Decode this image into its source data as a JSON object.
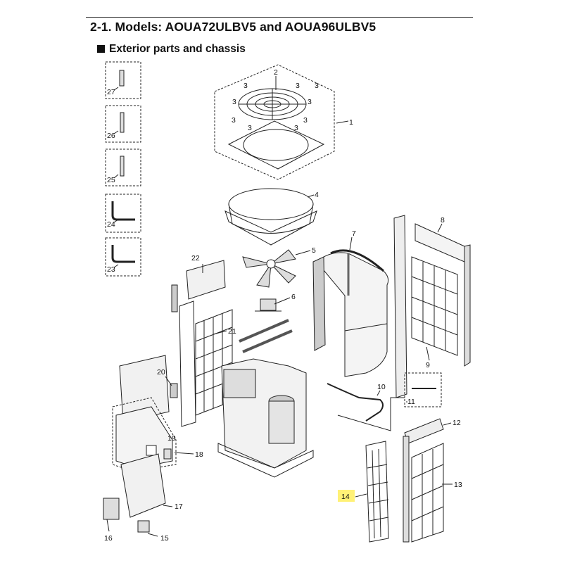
{
  "header": {
    "title": "2-1. Models: AOUA72ULBV5 and AOUA96ULBV5",
    "subtitle": "Exterior parts and chassis"
  },
  "parts": {
    "p1": "1",
    "p2": "2",
    "p3": "3",
    "p4": "4",
    "p5": "5",
    "p6": "6",
    "p7": "7",
    "p8": "8",
    "p9": "9",
    "p10": "10",
    "p11": "11",
    "p12": "12",
    "p13": "13",
    "p14": "14",
    "p15": "15",
    "p16": "16",
    "p17": "17",
    "p18": "18",
    "p19": "19",
    "p20": "20",
    "p21": "21",
    "p22": "22",
    "p23": "23",
    "p24": "24",
    "p25": "25",
    "p26": "26",
    "p27": "27"
  },
  "highlight_part": "14",
  "colors": {
    "highlight": "#fff176",
    "line": "#222222"
  }
}
